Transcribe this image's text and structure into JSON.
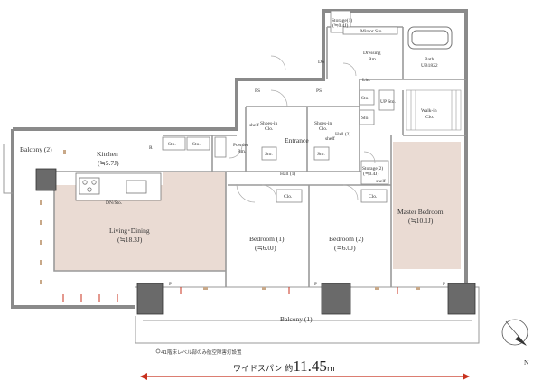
{
  "colors": {
    "floor_accent": "#eadbd3",
    "wall": "#8a8a8a",
    "column": "#666666",
    "arrow": "#c8311e",
    "text": "#333333"
  },
  "rooms": {
    "balcony2": "Balcony (2)",
    "kitchen": "Kitchen",
    "kitchen_size": "(≒5.7J)",
    "living_dining": "Living･Dining",
    "living_dining_size": "(≒18.3J)",
    "bedroom1": "Bedroom (1)",
    "bedroom1_size": "(≒6.0J)",
    "bedroom2": "Bedroom (2)",
    "bedroom2_size": "(≒6.0J)",
    "master_bedroom": "Master Bedroom",
    "master_bedroom_size": "(≒10.1J)",
    "balcony1": "Balcony (1)",
    "entrance": "Entrance",
    "hall1": "Hall (1)",
    "hall2": "Hall (2)",
    "powder_rm": "Powder",
    "powder_rm2": "Rm.",
    "dressing": "Dressing",
    "dressing2": "Rm.",
    "bath": "Bath",
    "bath_unit": "UB1822",
    "walk_in": "Walk-in",
    "walk_in2": "Clo.",
    "shoes_in_1": "Shoes-in",
    "shoes_in_1b": "Clo.",
    "shoes_in_2": "Shoes-in",
    "shoes_in_2b": "Clo.",
    "storage_top": "Storage(1)",
    "storage_top_size": "(≒0.4J)",
    "storage_mid": "Storage(2)",
    "storage_mid_size": "(≒0.4J)",
    "mirror": "Mirror Sto.",
    "dn_sto": "DN/Sto.",
    "ps": "PS",
    "ds": "DS",
    "lin": "Lin.",
    "sto": "Sto.",
    "clo": "Clo.",
    "up_sto": "UP Sto.",
    "shelf": "shelf",
    "r_mark": "R",
    "p_mark": "P",
    "compass_n": "N"
  },
  "footer": {
    "note": "41階床レベル部のみ航空障害灯設置",
    "wide_label": "ワイドスパン 約",
    "wide_value": "11.45",
    "wide_unit": "m"
  }
}
